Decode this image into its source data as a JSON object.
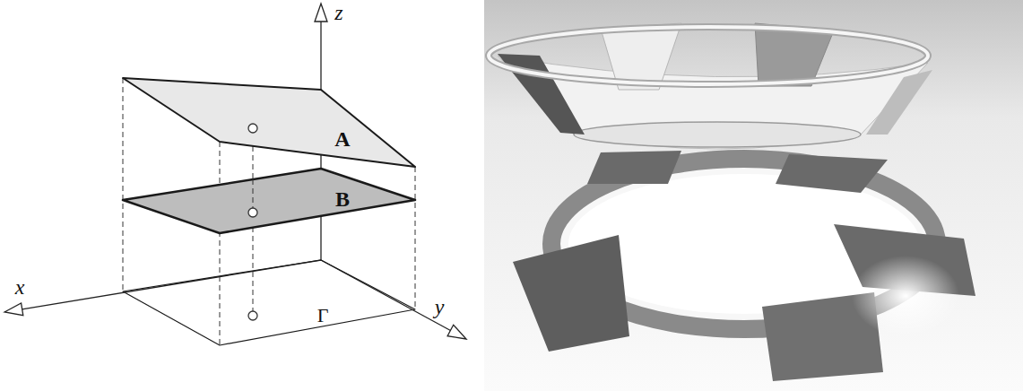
{
  "diagram": {
    "nodes": [
      {
        "text": [
          "A"
        ]
      },
      {
        "text": [
          "B"
        ]
      },
      {
        "text": [
          "Γ"
        ]
      }
    ],
    "labels": [
      "z",
      "x",
      "y"
    ]
  }
}
